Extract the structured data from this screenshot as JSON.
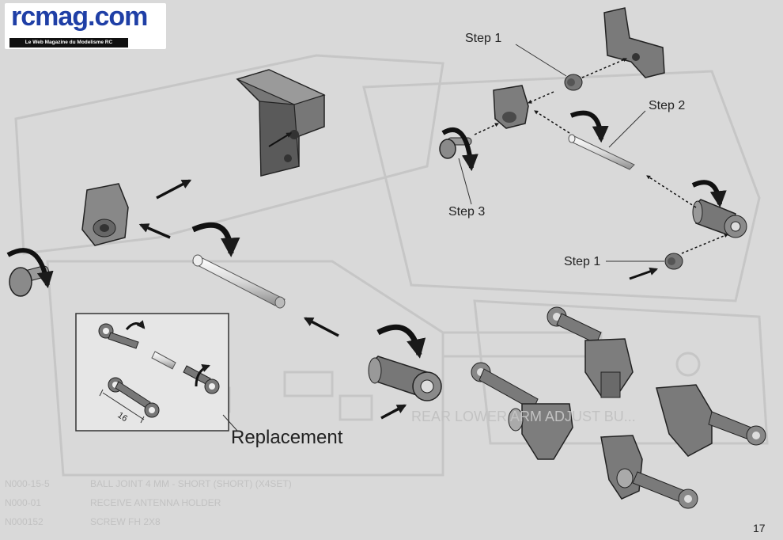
{
  "logo": {
    "wordmark": "rcmag.com",
    "tagline": "Le Web Magazine du Modelisme RC"
  },
  "labels": {
    "step1_top": "Step 1",
    "step2": "Step 2",
    "step3": "Step 3",
    "step1_bottom": "Step 1",
    "replacement": "Replacement",
    "dimension": "16"
  },
  "ghost_text": {
    "heading": "REAR LOWER ARM ADJUST BU...",
    "parts": [
      {
        "code": "N000-15-5",
        "desc": "BALL JOINT 4 MM - SHORT (SHORT) (X4SET)"
      },
      {
        "code": "N000-01",
        "desc": "RECEIVE ANTENNA HOLDER"
      },
      {
        "code": "N000152",
        "desc": "SCREW FH 2X8"
      }
    ]
  },
  "page_number": "17",
  "colors": {
    "paper": "#d9d9d9",
    "part_fill": "#7a7a7a",
    "part_dark": "#4a4a4a",
    "part_light": "#a8a8a8",
    "line": "#1a1a1a",
    "logo_blue": "#1f3fa6"
  }
}
